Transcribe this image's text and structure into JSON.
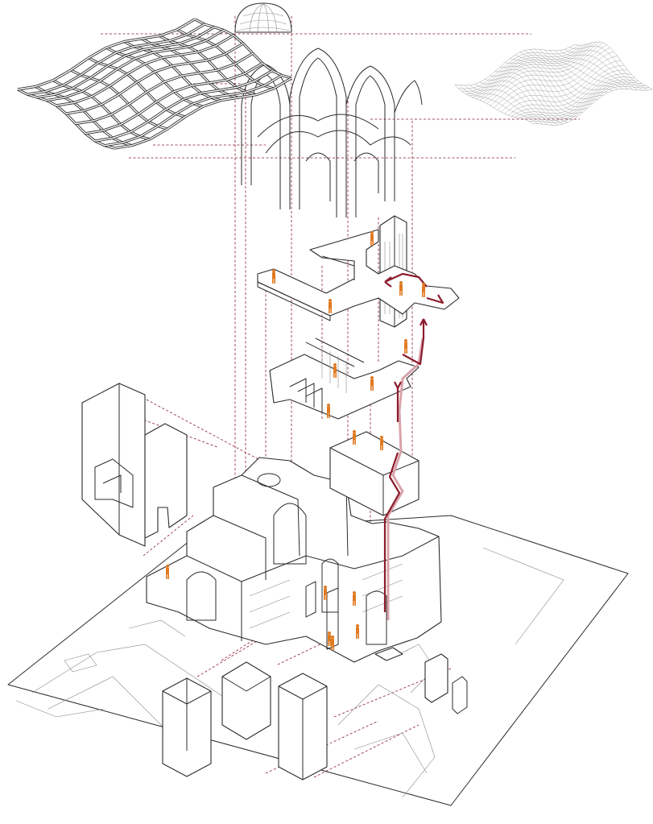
{
  "diagram": {
    "type": "exploded-axonometric",
    "colors": {
      "line": "#2b2b2b",
      "projection_line": "#8b1a2b",
      "circulation_path": "#8b1a2b",
      "human_figures": "#e07a22",
      "background": "#ffffff"
    },
    "components": [
      "lattice-roof-grid",
      "dome",
      "vaulted-arch-structure",
      "undulating-roof-surface",
      "stair-tower",
      "upper-walkway-platform",
      "staircase-level",
      "landing-platform",
      "circulation-path",
      "ruined-church-building",
      "wall-fragment-panels",
      "site-terrain",
      "foundation-boxes"
    ]
  }
}
